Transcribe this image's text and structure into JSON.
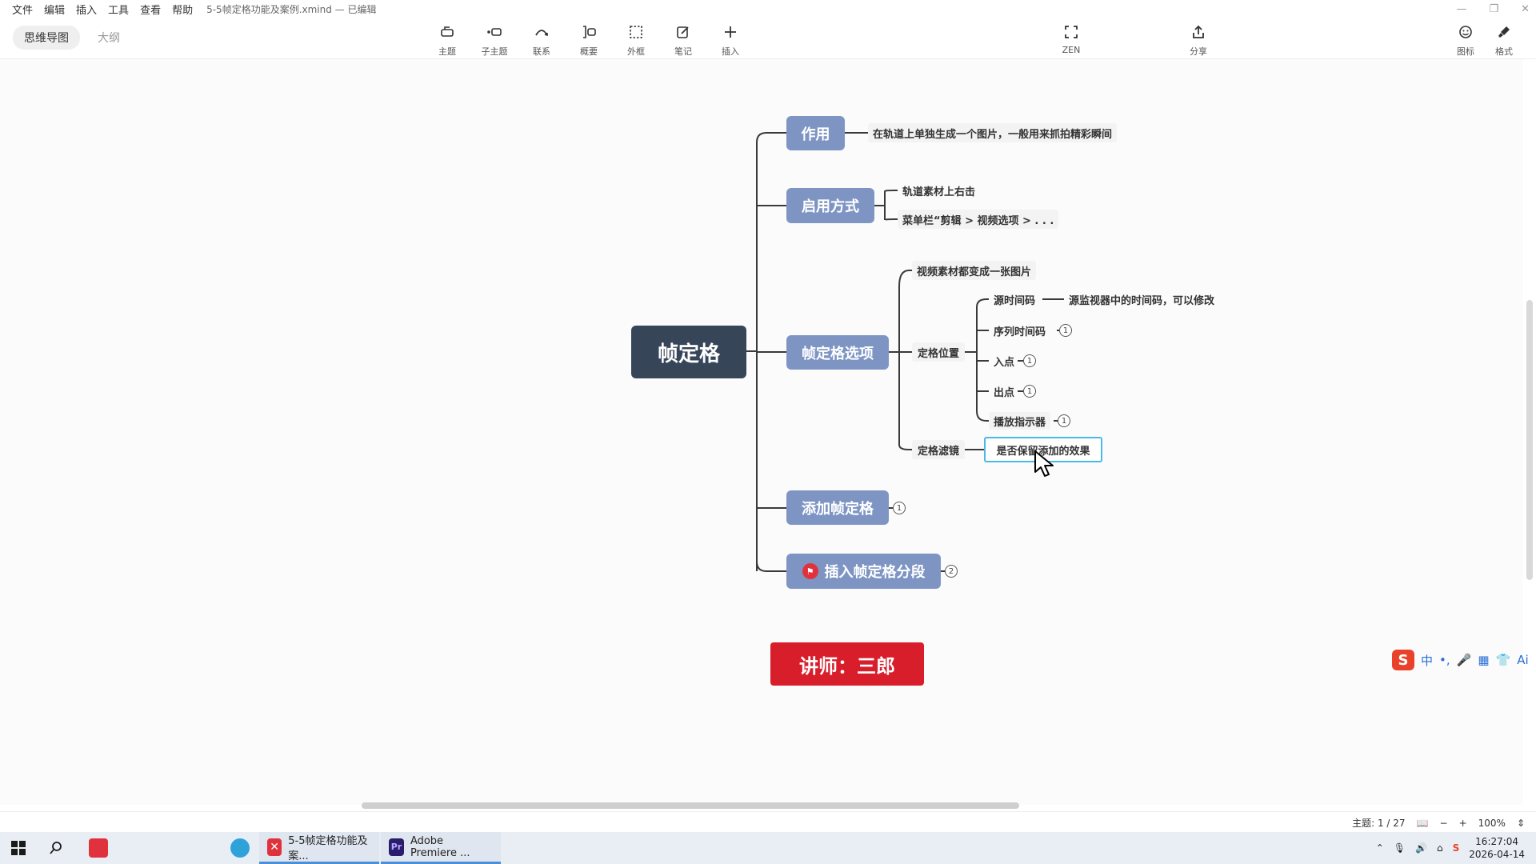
{
  "menu": [
    "文件",
    "编辑",
    "插入",
    "工具",
    "查看",
    "帮助"
  ],
  "doc_title": "5-5帧定格功能及案例.xmind — 已编辑",
  "view_tabs": {
    "mindmap": "思维导图",
    "outline": "大纲"
  },
  "toolbar": {
    "topic": "主题",
    "subtopic": "子主题",
    "relationship": "联系",
    "summary": "概要",
    "boundary": "外框",
    "note": "笔记",
    "insert": "插入",
    "zen": "ZEN",
    "share": "分享",
    "icon": "图标",
    "format": "格式"
  },
  "map": {
    "root": "帧定格",
    "branch_use": "作用",
    "use_desc": "在轨道上单独生成一个图片，一般用来抓拍精彩瞬间",
    "branch_enable": "启用方式",
    "enable_1": "轨道素材上右击",
    "enable_2": "菜单栏“剪辑 > 视频选项 > . . .",
    "branch_options": "帧定格选项",
    "opt_video": "视频素材都变成一张图片",
    "opt_position": "定格位置",
    "pos_source": "源时间码",
    "pos_source_desc": "源监视器中的时间码，可以修改",
    "pos_sequence": "序列时间码",
    "pos_in": "入点",
    "pos_out": "出点",
    "pos_playhead": "播放指示器",
    "opt_filter": "定格滤镜",
    "filter_desc": "是否保留添加的效果",
    "branch_add": "添加帧定格",
    "branch_insert": "插入帧定格分段",
    "badge_1": "1",
    "badge_2": "2"
  },
  "teacher": "讲师：三郎",
  "status": {
    "topic_count": "主题: 1 / 27",
    "zoom": "100%"
  },
  "ime": {
    "lang": "中",
    "punct": "•,",
    "ai": "Ai"
  },
  "taskbar": {
    "app_xmind": "5-5帧定格功能及案...",
    "app_premiere": "Adobe Premiere ...",
    "time": "16:27:04",
    "date": "2026-04-14"
  },
  "colors": {
    "root": "#374559",
    "branch": "#7e95c4",
    "teacher": "#d81e2b",
    "select": "#4cb8e6"
  }
}
